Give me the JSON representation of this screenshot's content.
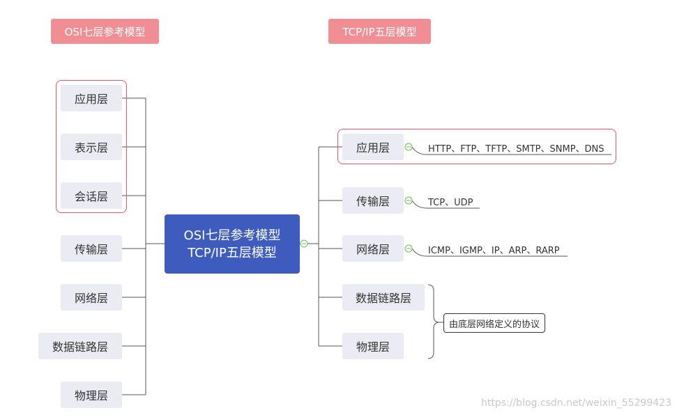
{
  "headers": {
    "osi_title": "OSI七层参考模型",
    "tcp_title": "TCP/IP五层模型"
  },
  "center": {
    "line1": "OSI七层参考模型",
    "line2": "TCP/IP五层模型"
  },
  "osi_layers": [
    "应用层",
    "表示层",
    "会话层",
    "传输层",
    "网络层",
    "数据链路层",
    "物理层"
  ],
  "tcp_layers": [
    "应用层",
    "传输层",
    "网络层",
    "数据链路层",
    "物理层"
  ],
  "protocols": {
    "application": "HTTP、FTP、TFTP、SMTP、SNMP、DNS",
    "transport": "TCP、UDP",
    "network": "ICMP、IGMP、IP、ARP、RARP"
  },
  "note": "由底层网络定义的协议",
  "watermark": "https://blog.csdn.net/weixin_55299423",
  "colors": {
    "header_bg": "#f08e94",
    "center_bg": "#3e5cbd",
    "node_bg": "#ebebf3",
    "highlight_border": "#e8555b",
    "collapse_icon": "#6bbf4e"
  }
}
